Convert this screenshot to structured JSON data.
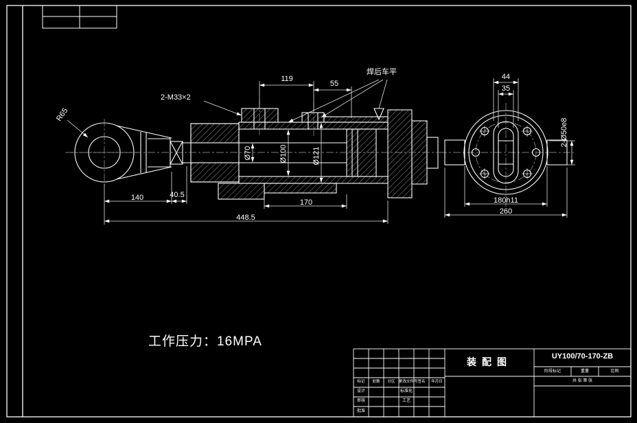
{
  "main_view": {
    "labels": {
      "thread_callout": "2-M33×2",
      "eye_radius": "R65",
      "weld_note": "焊后车平",
      "dia_rod": "Ø70",
      "dia_bore": "Ø100",
      "dia_outer": "Ø121"
    },
    "dims": {
      "port_spacing": "119",
      "port_offset": "55",
      "eye_length": "140",
      "neck": "40.5",
      "overall": "448.5",
      "stroke": "170"
    }
  },
  "end_view": {
    "labels": {
      "pin_callout": "2-Ø50e8"
    },
    "dims": {
      "slot_outer": "44",
      "slot_inner": "35",
      "flange_flat": "180h11",
      "overall_width": "260"
    }
  },
  "notes": {
    "working_pressure": "工作压力：16MPA"
  },
  "title_block": {
    "drawing_title": "装配图",
    "drawing_number": "UY100/70-170-ZB",
    "rev_headers": [
      "标记",
      "处数",
      "分区",
      "更改文件号",
      "签名",
      "年月日"
    ],
    "roles": [
      "设计",
      "标准化",
      "审核",
      "工艺",
      "批准"
    ],
    "fields": [
      "阶段标记",
      "重量",
      "比例"
    ],
    "sheet": "共 张  第 张"
  }
}
